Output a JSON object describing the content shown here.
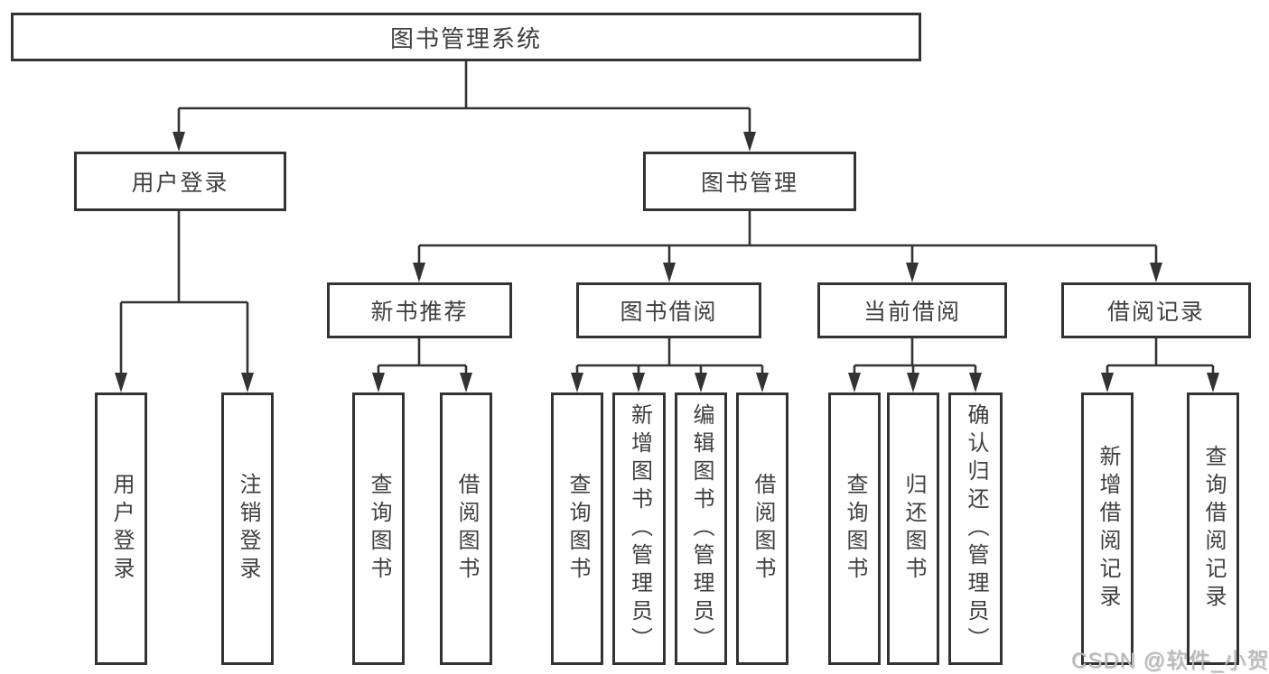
{
  "tree": {
    "label": "图书管理系统",
    "children": [
      {
        "label": "用户登录",
        "children": [
          {
            "label": "用户登录"
          },
          {
            "label": "注销登录"
          }
        ]
      },
      {
        "label": "图书管理",
        "children": [
          {
            "label": "新书推荐",
            "children": [
              {
                "label": "查询图书"
              },
              {
                "label": "借阅图书"
              }
            ]
          },
          {
            "label": "图书借阅",
            "children": [
              {
                "label": "查询图书"
              },
              {
                "label": "新增图书（管理员）"
              },
              {
                "label": "编辑图书（管理员）"
              },
              {
                "label": "借阅图书"
              }
            ]
          },
          {
            "label": "当前借阅",
            "children": [
              {
                "label": "查询图书"
              },
              {
                "label": "归还图书"
              },
              {
                "label": "确认归还（管理员）"
              }
            ]
          },
          {
            "label": "借阅记录",
            "children": [
              {
                "label": "新增借阅记录"
              },
              {
                "label": "查询借阅记录"
              }
            ]
          }
        ]
      }
    ]
  },
  "watermark": {
    "text": "CSDN @软件_小贺同学"
  },
  "colors": {
    "line": "#333333",
    "text": "#3f3f3f",
    "box-bg": "#ffffff",
    "watermark": "#b9b9b9"
  }
}
